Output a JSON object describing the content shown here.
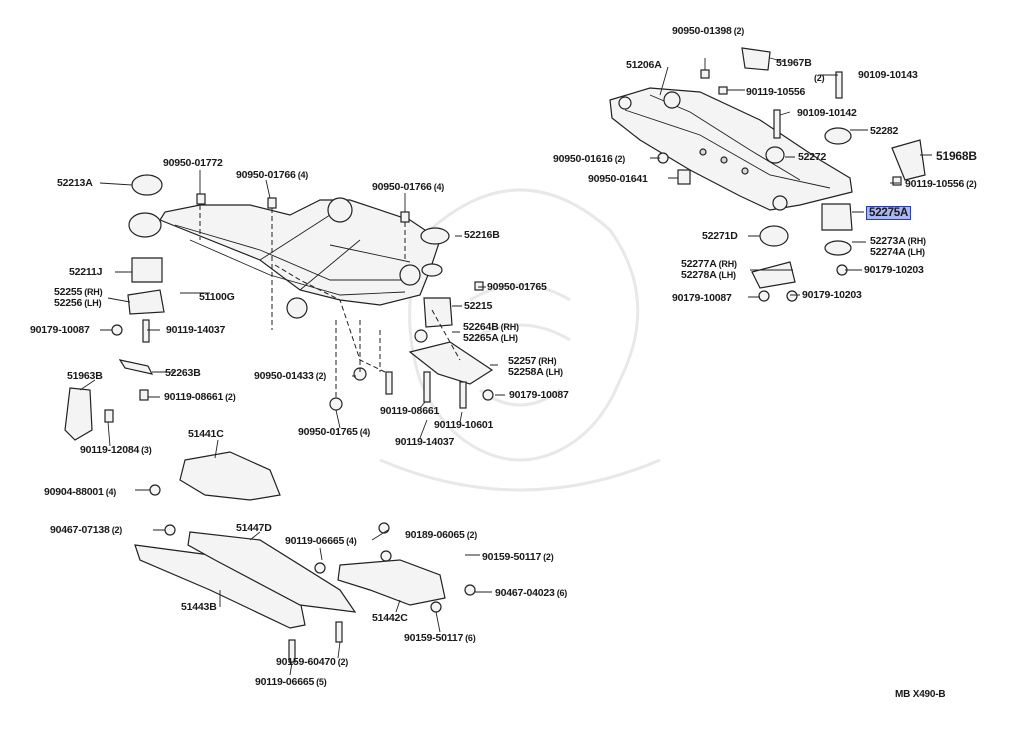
{
  "diagram_code": "MB X490-B",
  "highlight_part": "52275A",
  "labels": [
    {
      "id": "90950-01398",
      "qty": "(2)"
    },
    {
      "id": "51206A"
    },
    {
      "id": "51967B"
    },
    {
      "id": "90109-10143",
      "qty": "(2)"
    },
    {
      "id": "90119-10556"
    },
    {
      "id": "90109-10142"
    },
    {
      "id": "52282"
    },
    {
      "id": "90950-01616",
      "qty": "(2)"
    },
    {
      "id": "52272"
    },
    {
      "id": "51968B"
    },
    {
      "id": "90950-01641"
    },
    {
      "id": "90119-10556",
      "qty": "(2)"
    },
    {
      "id": "52275A"
    },
    {
      "id": "52271D"
    },
    {
      "id": "52273A",
      "tag": "(RH)"
    },
    {
      "id": "52274A",
      "tag": "(LH)"
    },
    {
      "id": "52277A",
      "tag": "(RH)"
    },
    {
      "id": "52278A",
      "tag": "(LH)"
    },
    {
      "id": "90179-10203"
    },
    {
      "id": "90179-10087"
    },
    {
      "id": "90179-10203"
    },
    {
      "id": "90950-01772"
    },
    {
      "id": "90950-01766",
      "qty": "(4)"
    },
    {
      "id": "90950-01766",
      "qty": "(4)"
    },
    {
      "id": "52213A"
    },
    {
      "id": "52216B"
    },
    {
      "id": "52211J"
    },
    {
      "id": "51100G"
    },
    {
      "id": "90950-01765"
    },
    {
      "id": "52255",
      "tag": "(RH)"
    },
    {
      "id": "52256",
      "tag": "(LH)"
    },
    {
      "id": "52215"
    },
    {
      "id": "90179-10087"
    },
    {
      "id": "90119-14037"
    },
    {
      "id": "52264B",
      "tag": "(RH)"
    },
    {
      "id": "52265A",
      "tag": "(LH)"
    },
    {
      "id": "52257",
      "tag": "(RH)"
    },
    {
      "id": "52258A",
      "tag": "(LH)"
    },
    {
      "id": "51963B"
    },
    {
      "id": "52263B"
    },
    {
      "id": "90950-01433",
      "qty": "(2)"
    },
    {
      "id": "90119-08661",
      "qty": "(2)"
    },
    {
      "id": "90179-10087"
    },
    {
      "id": "90119-08661"
    },
    {
      "id": "90950-01765",
      "qty": "(4)"
    },
    {
      "id": "90119-10601"
    },
    {
      "id": "90119-14037"
    },
    {
      "id": "90119-12084",
      "qty": "(3)"
    },
    {
      "id": "51441C"
    },
    {
      "id": "90904-88001",
      "qty": "(4)"
    },
    {
      "id": "51447D"
    },
    {
      "id": "90467-07138",
      "qty": "(2)"
    },
    {
      "id": "90119-06665",
      "qty": "(4)"
    },
    {
      "id": "90189-06065",
      "qty": "(2)"
    },
    {
      "id": "90159-50117",
      "qty": "(2)"
    },
    {
      "id": "90467-04023",
      "qty": "(6)"
    },
    {
      "id": "51443B"
    },
    {
      "id": "51442C"
    },
    {
      "id": "90159-50117",
      "qty": "(6)"
    },
    {
      "id": "90159-60470",
      "qty": "(2)"
    },
    {
      "id": "90119-06665",
      "qty": "(5)"
    }
  ]
}
